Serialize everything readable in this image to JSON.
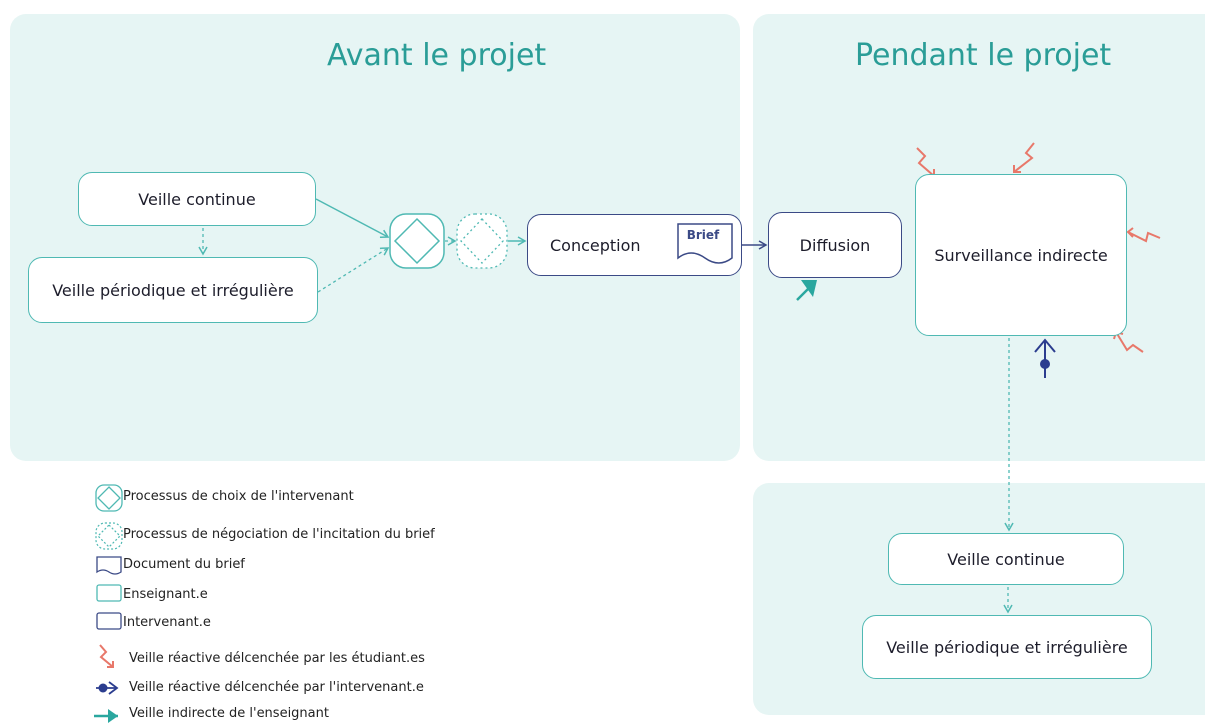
{
  "panels": {
    "before": {
      "title": "Avant le projet"
    },
    "during": {
      "title": "Pendant le projet"
    }
  },
  "nodes": {
    "veille_continue": "Veille continue",
    "veille_periodique": "Veille périodique et irrégulière",
    "conception": "Conception",
    "brief": "Brief",
    "diffusion": "Diffusion",
    "surveillance": "Surveillance indirecte",
    "veille_continue_2": "Veille continue",
    "veille_periodique_2": "Veille périodique et irrégulière"
  },
  "legend": {
    "choix": "Processus de choix de l'intervenant",
    "negociation": "Processus de négociation de l'incitation du brief",
    "document": "Document du brief",
    "enseignant": "Enseignant.e",
    "intervenant": "Intervenant.e",
    "reactive_etudiants": "Veille réactive délcenchée par les étudiant.es",
    "reactive_intervenant": "Veille réactive délcenchée par l'intervenant.e",
    "indirecte": "Veille indirecte de l'enseignant"
  },
  "colors": {
    "teal": "#4fb9b3",
    "title_teal": "#2a9d97",
    "navy": "#3b4a86",
    "red": "#e8786a",
    "panel": "#e6f5f4"
  }
}
